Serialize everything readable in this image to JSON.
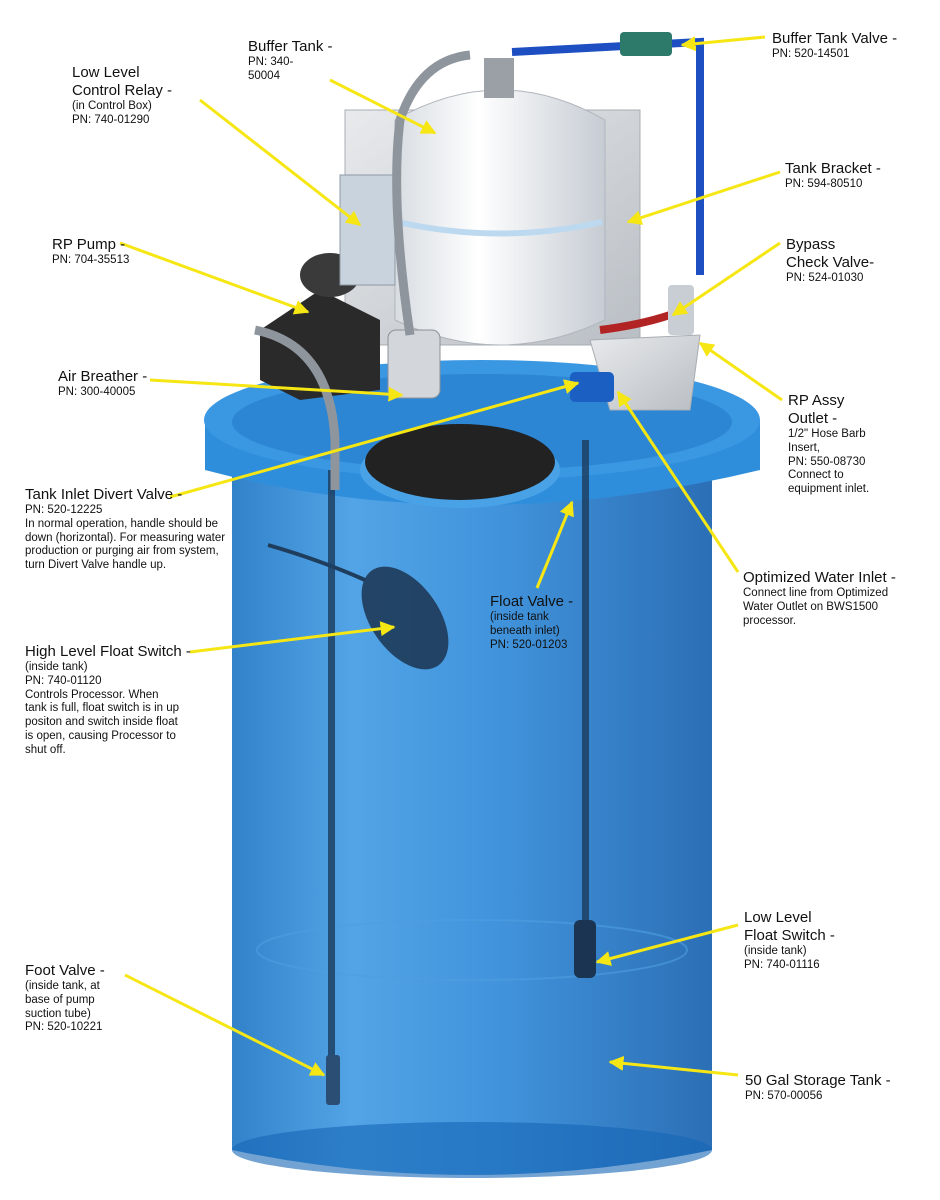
{
  "colors": {
    "arrow": "#f5e614",
    "tank": "#1e82d2",
    "background": "#ffffff"
  },
  "labels": {
    "buffer_tank": {
      "title": "Buffer Tank -",
      "pn": "PN: 340-\n50004"
    },
    "buffer_tank_valve": {
      "title": "Buffer Tank Valve -",
      "pn": "PN: 520-14501"
    },
    "low_level_relay": {
      "title": "Low Level\nControl Relay -",
      "note": "(in Control Box)",
      "pn": "PN: 740-01290"
    },
    "tank_bracket": {
      "title": "Tank Bracket -",
      "pn": "PN: 594-80510"
    },
    "rp_pump": {
      "title": "RP Pump -",
      "pn": "PN: 704-35513"
    },
    "bypass_check": {
      "title": "Bypass\nCheck Valve-",
      "pn": "PN: 524-01030"
    },
    "air_breather": {
      "title": "Air Breather -",
      "pn": "PN: 300-40005"
    },
    "rp_assy_outlet": {
      "title": "RP Assy\nOutlet -",
      "note": "1/2\" Hose Barb\nInsert,\nPN: 550-08730\nConnect to\nequipment inlet."
    },
    "tank_inlet_divert": {
      "title": "Tank Inlet Divert Valve -",
      "pn": "PN: 520-12225",
      "note": "In normal operation, handle should be\ndown (horizontal). For measuring water\nproduction or purging air from system,\nturn Divert Valve handle up."
    },
    "optimized_inlet": {
      "title": "Optimized Water Inlet -",
      "note": "Connect line from Optimized\nWater Outlet on BWS1500\nprocessor."
    },
    "float_valve": {
      "title": "Float Valve -",
      "note": "(inside tank\nbeneath inlet)",
      "pn": "PN: 520-01203"
    },
    "high_level_float": {
      "title": "High Level Float Switch -",
      "note": "(inside tank)\nPN: 740-01120\nControls Processor. When\ntank is full, float switch is in up\npositon and switch inside float\nis open, causing Processor to\nshut off."
    },
    "low_level_float": {
      "title": "Low Level\nFloat Switch -",
      "note": "(inside tank)",
      "pn": "PN: 740-01116"
    },
    "foot_valve": {
      "title": "Foot Valve -",
      "note": "(inside tank, at\nbase of pump\nsuction tube)",
      "pn": "PN: 520-10221"
    },
    "storage_tank": {
      "title": "50 Gal Storage Tank -",
      "pn": "PN: 570-00056"
    }
  }
}
